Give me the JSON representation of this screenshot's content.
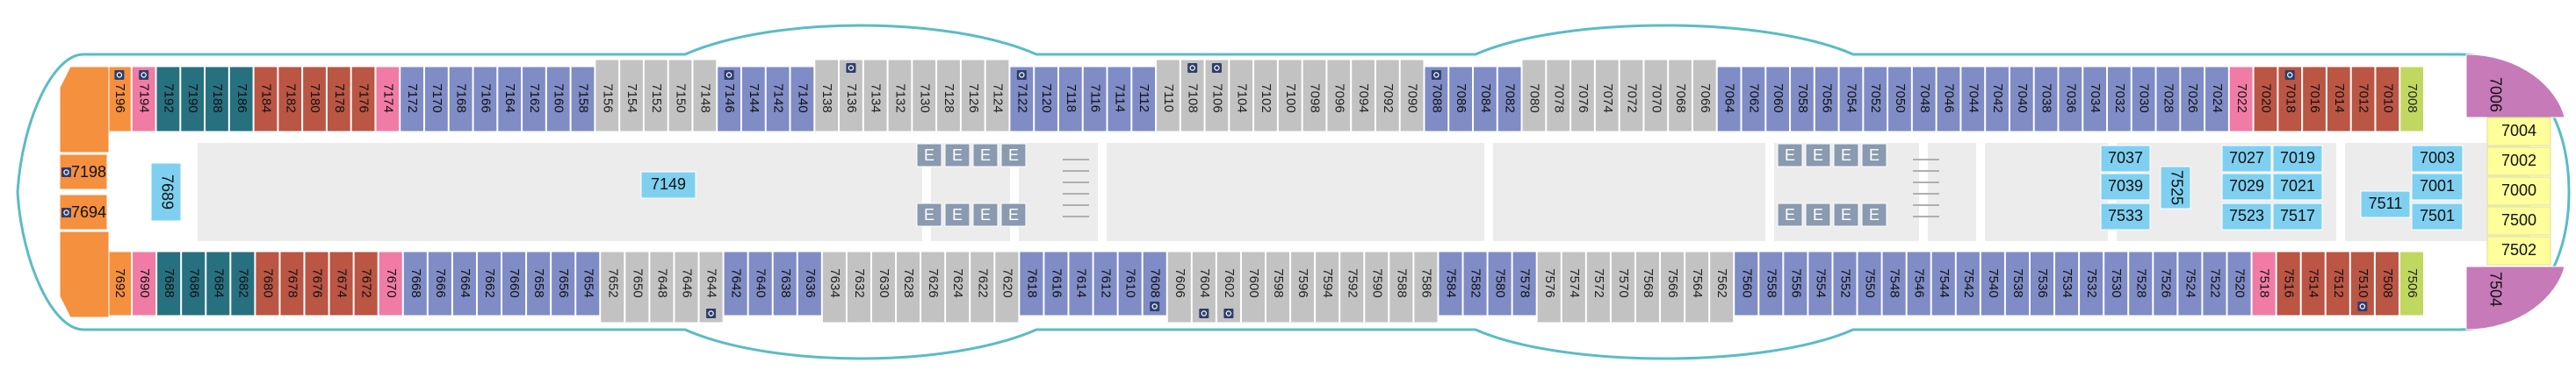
{
  "colors": {
    "hull_outline": "#5bbcc4",
    "interior": "#ececec",
    "gray": "#c2c2c2",
    "blue": "#7f8cc6",
    "rust": "#bb5544",
    "teal": "#277080",
    "pink": "#f07ca6",
    "orange": "#f5903e",
    "light_blue": "#7fd0f0",
    "lime": "#c0d860",
    "yellow": "#fefe9a",
    "magenta": "#c77ab8",
    "elevator": "#8a9ab0"
  },
  "elevator_label": "E",
  "top_row": [
    {
      "id": "7196",
      "c": "orange",
      "icon": true
    },
    {
      "id": "7194",
      "c": "pink",
      "icon": true
    },
    {
      "id": "7192",
      "c": "teal"
    },
    {
      "id": "7190",
      "c": "teal"
    },
    {
      "id": "7188",
      "c": "teal"
    },
    {
      "id": "7186",
      "c": "teal"
    },
    {
      "id": "7184",
      "c": "rust"
    },
    {
      "id": "7182",
      "c": "rust"
    },
    {
      "id": "7180",
      "c": "rust"
    },
    {
      "id": "7178",
      "c": "rust"
    },
    {
      "id": "7176",
      "c": "rust"
    },
    {
      "id": "7174",
      "c": "pink"
    },
    {
      "id": "7172",
      "c": "blue"
    },
    {
      "id": "7170",
      "c": "blue"
    },
    {
      "id": "7168",
      "c": "blue"
    },
    {
      "id": "7166",
      "c": "blue"
    },
    {
      "id": "7164",
      "c": "blue"
    },
    {
      "id": "7162",
      "c": "blue"
    },
    {
      "id": "7160",
      "c": "blue"
    },
    {
      "id": "7158",
      "c": "blue"
    },
    {
      "id": "7156",
      "c": "gray"
    },
    {
      "id": "7154",
      "c": "gray"
    },
    {
      "id": "7152",
      "c": "gray"
    },
    {
      "id": "7150",
      "c": "gray"
    },
    {
      "id": "7148",
      "c": "gray"
    },
    {
      "id": "7146",
      "c": "blue",
      "icon": true
    },
    {
      "id": "7144",
      "c": "blue"
    },
    {
      "id": "7142",
      "c": "blue"
    },
    {
      "id": "7140",
      "c": "blue"
    },
    {
      "id": "7138",
      "c": "gray"
    },
    {
      "id": "7136",
      "c": "gray",
      "icon": true
    },
    {
      "id": "7134",
      "c": "gray"
    },
    {
      "id": "7132",
      "c": "gray"
    },
    {
      "id": "7130",
      "c": "gray"
    },
    {
      "id": "7128",
      "c": "gray"
    },
    {
      "id": "7126",
      "c": "gray"
    },
    {
      "id": "7124",
      "c": "gray"
    },
    {
      "id": "7122",
      "c": "blue",
      "icon": true
    },
    {
      "id": "7120",
      "c": "blue"
    },
    {
      "id": "7118",
      "c": "blue"
    },
    {
      "id": "7116",
      "c": "blue"
    },
    {
      "id": "7114",
      "c": "blue"
    },
    {
      "id": "7112",
      "c": "blue"
    },
    {
      "id": "7110",
      "c": "gray"
    },
    {
      "id": "7108",
      "c": "gray",
      "icon": true
    },
    {
      "id": "7106",
      "c": "gray",
      "icon": true
    },
    {
      "id": "7104",
      "c": "gray"
    },
    {
      "id": "7102",
      "c": "gray"
    },
    {
      "id": "7100",
      "c": "gray"
    },
    {
      "id": "7098",
      "c": "gray"
    },
    {
      "id": "7096",
      "c": "gray"
    },
    {
      "id": "7094",
      "c": "gray"
    },
    {
      "id": "7092",
      "c": "gray"
    },
    {
      "id": "7090",
      "c": "gray"
    },
    {
      "id": "7088",
      "c": "blue",
      "icon": true
    },
    {
      "id": "7086",
      "c": "blue"
    },
    {
      "id": "7084",
      "c": "blue"
    },
    {
      "id": "7082",
      "c": "blue"
    },
    {
      "id": "7080",
      "c": "gray"
    },
    {
      "id": "7078",
      "c": "gray"
    },
    {
      "id": "7076",
      "c": "gray"
    },
    {
      "id": "7074",
      "c": "gray"
    },
    {
      "id": "7072",
      "c": "gray"
    },
    {
      "id": "7070",
      "c": "gray"
    },
    {
      "id": "7068",
      "c": "gray"
    },
    {
      "id": "7066",
      "c": "gray"
    },
    {
      "id": "7064",
      "c": "blue"
    },
    {
      "id": "7062",
      "c": "blue"
    },
    {
      "id": "7060",
      "c": "blue"
    },
    {
      "id": "7058",
      "c": "blue"
    },
    {
      "id": "7056",
      "c": "blue"
    },
    {
      "id": "7054",
      "c": "blue"
    },
    {
      "id": "7052",
      "c": "blue"
    },
    {
      "id": "7050",
      "c": "blue"
    },
    {
      "id": "7048",
      "c": "blue"
    },
    {
      "id": "7046",
      "c": "blue"
    },
    {
      "id": "7044",
      "c": "blue"
    },
    {
      "id": "7042",
      "c": "blue"
    },
    {
      "id": "7040",
      "c": "blue"
    },
    {
      "id": "7038",
      "c": "blue"
    },
    {
      "id": "7036",
      "c": "blue"
    },
    {
      "id": "7034",
      "c": "blue"
    },
    {
      "id": "7032",
      "c": "blue"
    },
    {
      "id": "7030",
      "c": "blue"
    },
    {
      "id": "7028",
      "c": "blue"
    },
    {
      "id": "7026",
      "c": "blue"
    },
    {
      "id": "7024",
      "c": "blue"
    },
    {
      "id": "7022",
      "c": "pink"
    },
    {
      "id": "7020",
      "c": "rust"
    },
    {
      "id": "7018",
      "c": "rust",
      "icon": true
    },
    {
      "id": "7016",
      "c": "rust"
    },
    {
      "id": "7014",
      "c": "rust"
    },
    {
      "id": "7012",
      "c": "rust"
    },
    {
      "id": "7010",
      "c": "rust"
    },
    {
      "id": "7008",
      "c": "lime"
    }
  ],
  "bottom_row": [
    {
      "id": "7692",
      "c": "orange"
    },
    {
      "id": "7690",
      "c": "pink"
    },
    {
      "id": "7688",
      "c": "teal"
    },
    {
      "id": "7686",
      "c": "teal"
    },
    {
      "id": "7684",
      "c": "teal"
    },
    {
      "id": "7682",
      "c": "teal"
    },
    {
      "id": "7680",
      "c": "rust"
    },
    {
      "id": "7678",
      "c": "rust"
    },
    {
      "id": "7676",
      "c": "rust"
    },
    {
      "id": "7674",
      "c": "rust"
    },
    {
      "id": "7672",
      "c": "rust"
    },
    {
      "id": "7670",
      "c": "pink"
    },
    {
      "id": "7668",
      "c": "blue"
    },
    {
      "id": "7666",
      "c": "blue"
    },
    {
      "id": "7664",
      "c": "blue"
    },
    {
      "id": "7662",
      "c": "blue"
    },
    {
      "id": "7660",
      "c": "blue"
    },
    {
      "id": "7658",
      "c": "blue"
    },
    {
      "id": "7656",
      "c": "blue"
    },
    {
      "id": "7654",
      "c": "blue"
    },
    {
      "id": "7652",
      "c": "gray"
    },
    {
      "id": "7650",
      "c": "gray"
    },
    {
      "id": "7648",
      "c": "gray"
    },
    {
      "id": "7646",
      "c": "gray"
    },
    {
      "id": "7644",
      "c": "gray",
      "icon": true
    },
    {
      "id": "7642",
      "c": "blue"
    },
    {
      "id": "7640",
      "c": "blue"
    },
    {
      "id": "7638",
      "c": "blue"
    },
    {
      "id": "7636",
      "c": "blue"
    },
    {
      "id": "7634",
      "c": "gray"
    },
    {
      "id": "7632",
      "c": "gray"
    },
    {
      "id": "7630",
      "c": "gray"
    },
    {
      "id": "7628",
      "c": "gray"
    },
    {
      "id": "7626",
      "c": "gray"
    },
    {
      "id": "7624",
      "c": "gray"
    },
    {
      "id": "7622",
      "c": "gray"
    },
    {
      "id": "7620",
      "c": "gray"
    },
    {
      "id": "7618",
      "c": "blue"
    },
    {
      "id": "7616",
      "c": "blue"
    },
    {
      "id": "7614",
      "c": "blue"
    },
    {
      "id": "7612",
      "c": "blue"
    },
    {
      "id": "7610",
      "c": "blue"
    },
    {
      "id": "7608",
      "c": "blue",
      "icon": true
    },
    {
      "id": "7606",
      "c": "gray"
    },
    {
      "id": "7604",
      "c": "gray",
      "icon": true
    },
    {
      "id": "7602",
      "c": "gray",
      "icon": true
    },
    {
      "id": "7600",
      "c": "gray"
    },
    {
      "id": "7598",
      "c": "gray"
    },
    {
      "id": "7596",
      "c": "gray"
    },
    {
      "id": "7594",
      "c": "gray"
    },
    {
      "id": "7592",
      "c": "gray"
    },
    {
      "id": "7590",
      "c": "gray"
    },
    {
      "id": "7588",
      "c": "gray"
    },
    {
      "id": "7586",
      "c": "gray"
    },
    {
      "id": "7584",
      "c": "blue"
    },
    {
      "id": "7582",
      "c": "blue"
    },
    {
      "id": "7580",
      "c": "blue"
    },
    {
      "id": "7578",
      "c": "blue"
    },
    {
      "id": "7576",
      "c": "gray"
    },
    {
      "id": "7574",
      "c": "gray"
    },
    {
      "id": "7572",
      "c": "gray"
    },
    {
      "id": "7570",
      "c": "gray"
    },
    {
      "id": "7568",
      "c": "gray"
    },
    {
      "id": "7566",
      "c": "gray"
    },
    {
      "id": "7564",
      "c": "gray"
    },
    {
      "id": "7562",
      "c": "gray"
    },
    {
      "id": "7560",
      "c": "blue"
    },
    {
      "id": "7558",
      "c": "blue"
    },
    {
      "id": "7556",
      "c": "blue"
    },
    {
      "id": "7554",
      "c": "blue"
    },
    {
      "id": "7552",
      "c": "blue"
    },
    {
      "id": "7550",
      "c": "blue"
    },
    {
      "id": "7548",
      "c": "blue"
    },
    {
      "id": "7546",
      "c": "blue"
    },
    {
      "id": "7544",
      "c": "blue"
    },
    {
      "id": "7542",
      "c": "blue"
    },
    {
      "id": "7540",
      "c": "blue"
    },
    {
      "id": "7538",
      "c": "blue"
    },
    {
      "id": "7536",
      "c": "blue"
    },
    {
      "id": "7534",
      "c": "blue"
    },
    {
      "id": "7532",
      "c": "blue"
    },
    {
      "id": "7530",
      "c": "blue"
    },
    {
      "id": "7528",
      "c": "blue"
    },
    {
      "id": "7526",
      "c": "blue"
    },
    {
      "id": "7524",
      "c": "blue"
    },
    {
      "id": "7522",
      "c": "blue"
    },
    {
      "id": "7520",
      "c": "blue"
    },
    {
      "id": "7518",
      "c": "pink"
    },
    {
      "id": "7516",
      "c": "rust"
    },
    {
      "id": "7514",
      "c": "rust"
    },
    {
      "id": "7512",
      "c": "rust"
    },
    {
      "id": "7510",
      "c": "rust",
      "icon": true
    },
    {
      "id": "7508",
      "c": "rust"
    },
    {
      "id": "7506",
      "c": "lime"
    }
  ],
  "bow_left": [
    {
      "id": "7198",
      "icon": true
    },
    {
      "id": "7694",
      "icon": true
    }
  ],
  "interior_cabins": [
    {
      "id": "7689"
    },
    {
      "id": "7149"
    },
    {
      "id": "7037"
    },
    {
      "id": "7039"
    },
    {
      "id": "7533"
    },
    {
      "id": "7525"
    },
    {
      "id": "7027"
    },
    {
      "id": "7019"
    },
    {
      "id": "7029"
    },
    {
      "id": "7021"
    },
    {
      "id": "7523"
    },
    {
      "id": "7517"
    },
    {
      "id": "7511"
    },
    {
      "id": "7003"
    },
    {
      "id": "7001"
    },
    {
      "id": "7501"
    }
  ],
  "stern_right": [
    {
      "id": "7006",
      "c": "magenta"
    },
    {
      "id": "7004",
      "c": "yellow"
    },
    {
      "id": "7002",
      "c": "yellow"
    },
    {
      "id": "7000",
      "c": "yellow"
    },
    {
      "id": "7500",
      "c": "yellow"
    },
    {
      "id": "7502",
      "c": "yellow"
    },
    {
      "id": "7504",
      "c": "magenta"
    }
  ]
}
